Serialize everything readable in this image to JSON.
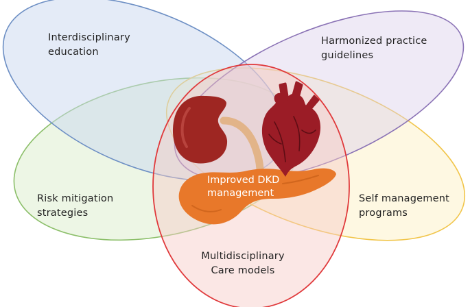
{
  "diagram": {
    "labels": {
      "top_left": [
        "Interdisciplinary",
        "education"
      ],
      "top_right": [
        "Harmonized practice",
        "guidelines"
      ],
      "left": [
        "Risk mitigation",
        "strategies"
      ],
      "right": [
        "Self management",
        "programs"
      ],
      "bottom": [
        "Multidisciplinary",
        "Care models"
      ],
      "center": [
        "Improved DKD",
        "management"
      ]
    },
    "colors": {
      "blue_ellipse": "#6d8fc4",
      "purple_ellipse": "#8a72b5",
      "green_ellipse": "#8cbf6a",
      "yellow_ellipse": "#f1c54a",
      "red_ellipse": "#e0393b",
      "kidney": "#9e2622",
      "heart": "#9b1c26",
      "pancreas": "#e8782a",
      "ureter": "#e2b489"
    },
    "icons": [
      "kidney-icon",
      "heart-icon",
      "pancreas-icon"
    ]
  }
}
